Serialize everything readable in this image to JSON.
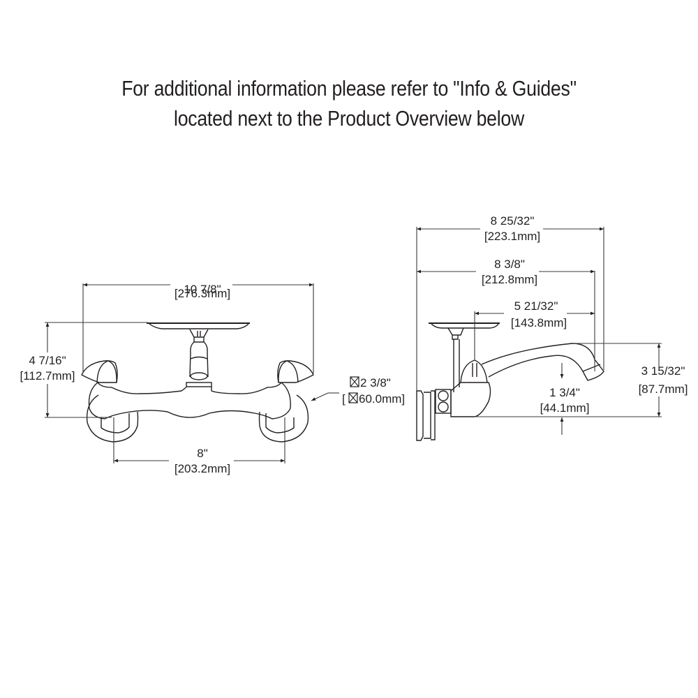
{
  "notice": {
    "line1": "For additional information please refer to \"Info & Guides\"",
    "line2": "located next to the Product Overview below"
  },
  "front_view": {
    "overall_width": {
      "imperial": "10 7/8\"",
      "metric": "[276.3mm]"
    },
    "height": {
      "imperial": "4 7/16\"",
      "metric": "[112.7mm]"
    },
    "center_spacing": {
      "imperial": "8\"",
      "metric": "[203.2mm]"
    },
    "flange_size": {
      "imperial": "2 3/8\"",
      "metric": "60.0mm]",
      "metric_open": "[",
      "symbol": "square-diameter"
    }
  },
  "side_view": {
    "total_depth": {
      "imperial": "8 25/32\"",
      "metric": "[223.1mm]"
    },
    "spout_reach": {
      "imperial": "8 3/8\"",
      "metric": "[212.8mm]"
    },
    "spout_from_center": {
      "imperial": "5 21/32\"",
      "metric": "[143.8mm]"
    },
    "spout_clearance": {
      "imperial": "1 3/4\"",
      "metric": "[44.1mm]"
    },
    "spout_height": {
      "imperial": "3 15/32\"",
      "metric": "[87.7mm]"
    }
  }
}
